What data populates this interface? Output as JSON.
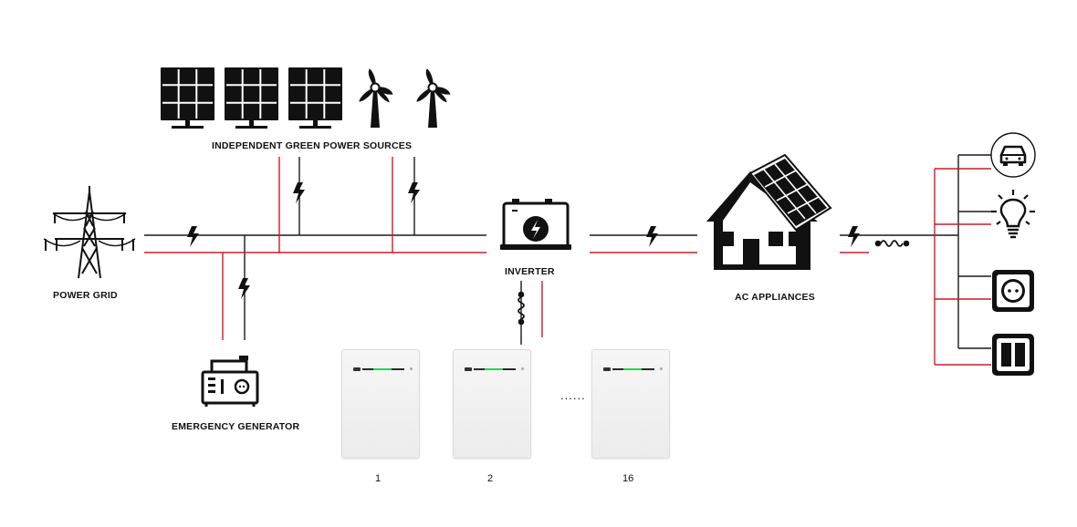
{
  "labels": {
    "green_sources": "INDEPENDENT GREEN POWER SOURCES",
    "power_grid": "POWER GRID",
    "inverter": "INVERTER",
    "ac_appliances": "AC APPLIANCES",
    "generator": "EMERGENCY GENERATOR"
  },
  "batteries": [
    {
      "label": "1"
    },
    {
      "label": "2"
    },
    {
      "label": "16"
    }
  ],
  "ellipsis": "......",
  "appliance_icons": [
    "car-icon",
    "light-bulb-icon",
    "power-socket-icon",
    "switch-icon"
  ],
  "colors": {
    "neutral_line": "#1a1a1a",
    "live_line": "#d9161f",
    "icon": "#111111"
  }
}
